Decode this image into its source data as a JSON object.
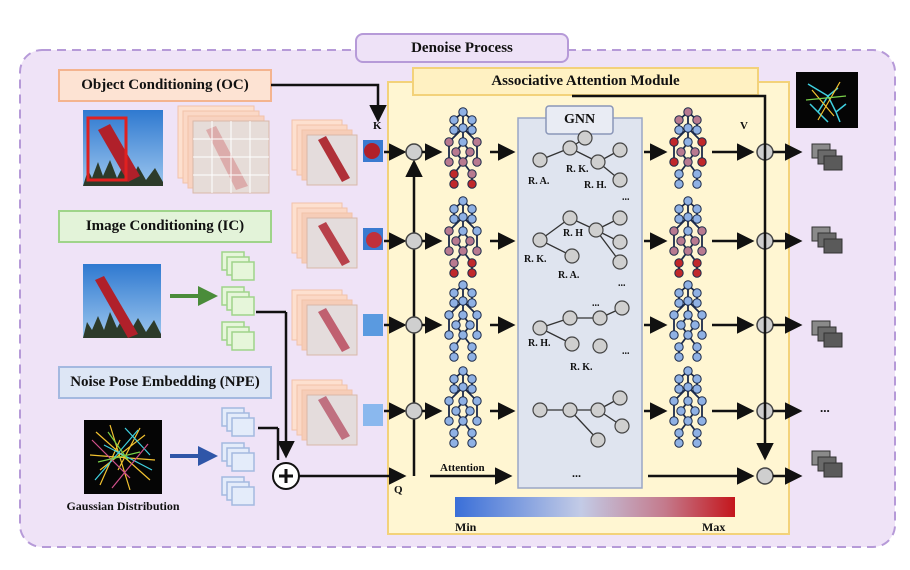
{
  "title": "Denoise Process",
  "module_title": "Associative Attention Module",
  "oc_label": "Object Conditioning (OC)",
  "ic_label": "Image Conditioning (IC)",
  "npe_label": "Noise Pose Embedding (NPE)",
  "gaussian_label": "Gaussian Distribution",
  "gnn_label": "GNN",
  "k_label": "K",
  "q_label": "Q",
  "v_label": "V",
  "attention_label": "Attention",
  "colorbar": {
    "min": "Min",
    "max": "Max"
  },
  "gnn_rows": [
    [
      "R. A.",
      "R. K.",
      "R. H."
    ],
    [
      "R. H",
      "R. K.",
      "R. A."
    ],
    [
      "R. H.",
      "R. K."
    ],
    []
  ],
  "ellipsis": "...",
  "colors": {
    "outer_fill": "#efe3f7",
    "outer_border": "#b69ad8",
    "module_fill": "#fff6d2",
    "module_border": "#f3d27a",
    "gnn_fill": "#dfe4ef",
    "oc_fill": "#fde3d3",
    "ic_fill": "#e3f3d9",
    "npe_fill": "#dde6f5",
    "joint_blue": "#8fb1e4",
    "joint_red": "#c0282b"
  }
}
